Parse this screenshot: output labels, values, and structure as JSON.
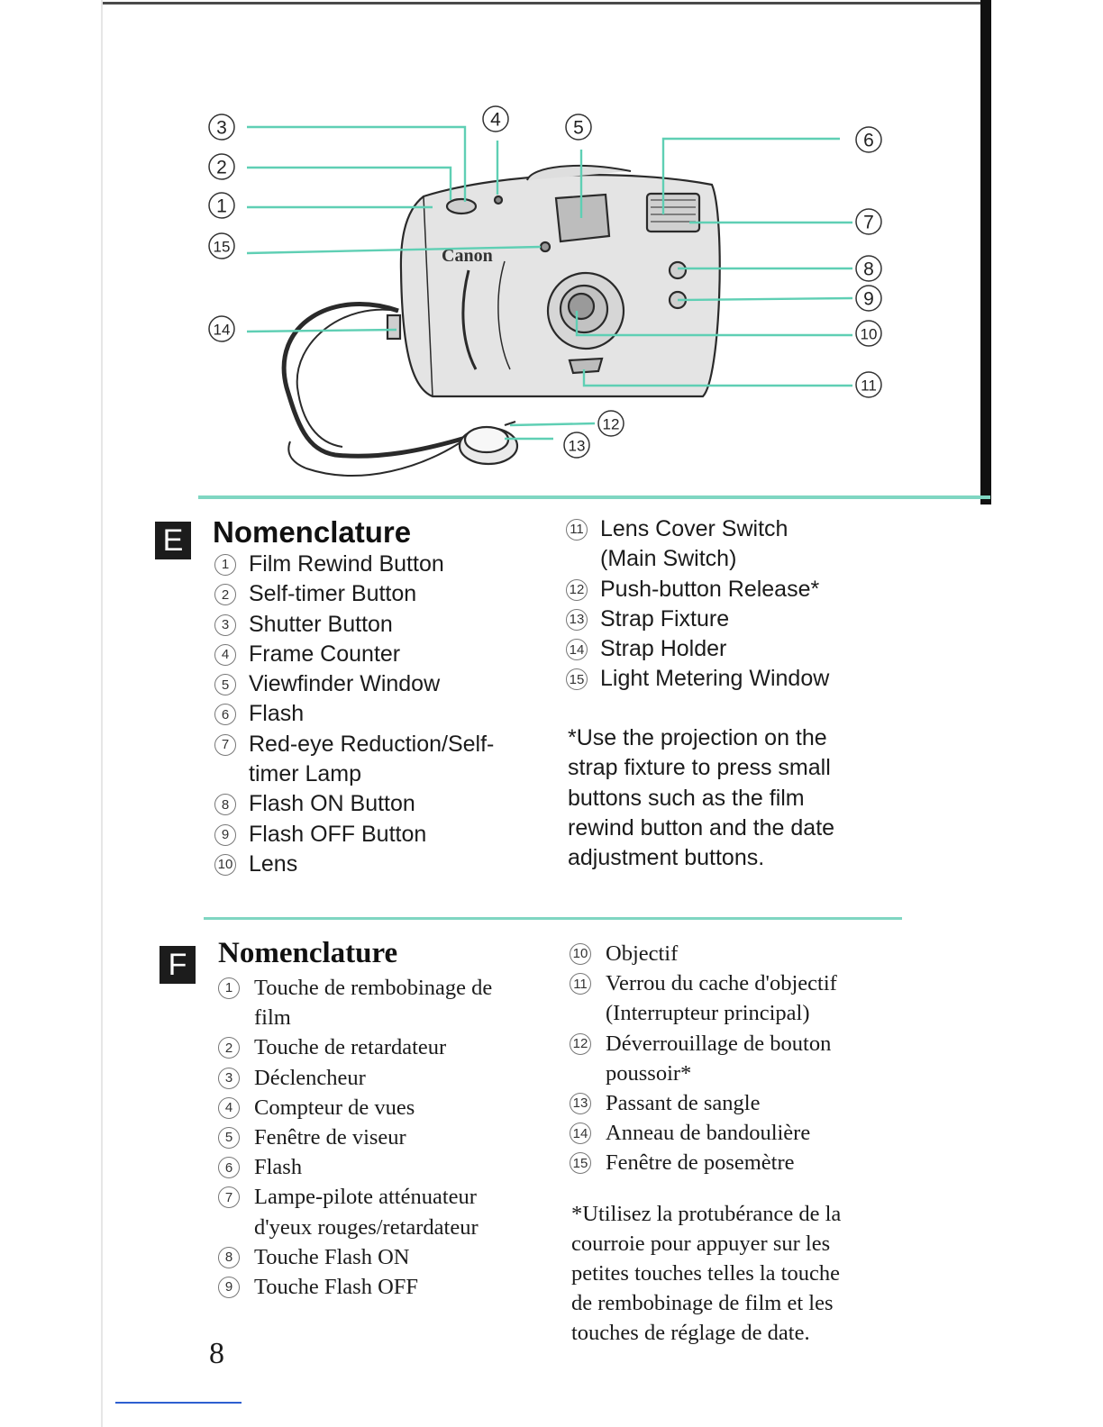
{
  "figure": {
    "brand": "Canon",
    "callouts": [
      "1",
      "2",
      "3",
      "4",
      "5",
      "6",
      "7",
      "8",
      "9",
      "10",
      "11",
      "12",
      "13",
      "14",
      "15"
    ]
  },
  "section_e": {
    "badge": "E",
    "title": "Nomenclature",
    "items_left": [
      {
        "num": "1",
        "label": "Film Rewind Button"
      },
      {
        "num": "2",
        "label": "Self-timer Button"
      },
      {
        "num": "3",
        "label": "Shutter Button"
      },
      {
        "num": "4",
        "label": "Frame Counter"
      },
      {
        "num": "5",
        "label": "Viewfinder Window"
      },
      {
        "num": "6",
        "label": "Flash"
      },
      {
        "num": "7",
        "label": "Red-eye Reduction/Self-\ntimer Lamp"
      },
      {
        "num": "8",
        "label": "Flash ON Button"
      },
      {
        "num": "9",
        "label": "Flash OFF Button"
      },
      {
        "num": "10",
        "label": "Lens"
      }
    ],
    "items_right": [
      {
        "num": "11",
        "label": "Lens Cover Switch\n(Main Switch)"
      },
      {
        "num": "12",
        "label": "Push-button Release*"
      },
      {
        "num": "13",
        "label": "Strap Fixture"
      },
      {
        "num": "14",
        "label": "Strap Holder"
      },
      {
        "num": "15",
        "label": "Light Metering Window"
      }
    ],
    "note": "*Use the projection on the\n strap fixture to press small\n buttons such as the film\n rewind button and the date\n adjustment buttons."
  },
  "section_f": {
    "badge": "F",
    "title": "Nomenclature",
    "items_left": [
      {
        "num": "1",
        "label": "Touche de rembobinage de\nfilm"
      },
      {
        "num": "2",
        "label": "Touche de retardateur"
      },
      {
        "num": "3",
        "label": "Déclencheur"
      },
      {
        "num": "4",
        "label": "Compteur de vues"
      },
      {
        "num": "5",
        "label": "Fenêtre de viseur"
      },
      {
        "num": "6",
        "label": "Flash"
      },
      {
        "num": "7",
        "label": "Lampe-pilote atténuateur\nd'yeux rouges/retardateur"
      },
      {
        "num": "8",
        "label": "Touche Flash ON"
      },
      {
        "num": "9",
        "label": "Touche Flash OFF"
      }
    ],
    "items_right": [
      {
        "num": "10",
        "label": "Objectif"
      },
      {
        "num": "11",
        "label": "Verrou du cache d'objectif\n(Interrupteur principal)"
      },
      {
        "num": "12",
        "label": "Déverrouillage de bouton\npoussoir*"
      },
      {
        "num": "13",
        "label": "Passant de sangle"
      },
      {
        "num": "14",
        "label": "Anneau de bandoulière"
      },
      {
        "num": "15",
        "label": "Fenêtre de posemètre"
      }
    ],
    "note": "*Utilisez la protubérance de la\n courroie pour appuyer sur les\n petites touches telles la touche\n de rembobinage de film et les\n touches de réglage de date."
  },
  "page_number": "8",
  "colors": {
    "accent": "#7fd6c2",
    "leader": "#5fcfb4",
    "badge": "#1c1c1c"
  }
}
